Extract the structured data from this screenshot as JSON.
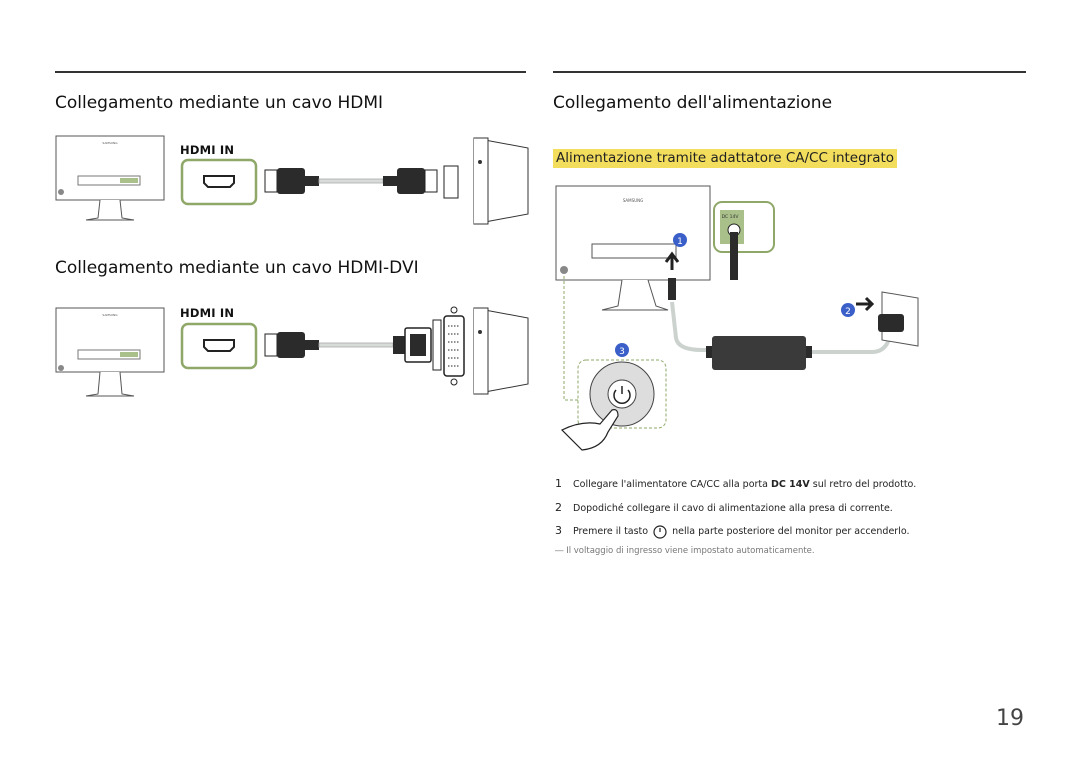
{
  "left": {
    "section1_title": "Collegamento mediante un cavo HDMI",
    "section1_port_label": "HDMI IN",
    "section2_title": "Collegamento mediante un cavo HDMI-DVI",
    "section2_port_label": "HDMI IN"
  },
  "right": {
    "title": "Collegamento dell'alimentazione",
    "subtitle": "Alimentazione tramite adattatore CA/CC integrato",
    "callouts": [
      "1",
      "2",
      "3"
    ],
    "steps": [
      {
        "num": "1",
        "before": "Collegare l'alimentatore CA/CC alla porta ",
        "bold": "DC 14V",
        "after": " sul retro del prodotto."
      },
      {
        "num": "2",
        "text": "Dopodiché collegare il cavo di alimentazione alla presa di corrente."
      },
      {
        "num": "3",
        "before": "Premere il tasto ",
        "after": " nella parte posteriore del monitor per accenderlo."
      }
    ],
    "note": "Il voltaggio di ingresso viene impostato automaticamente."
  },
  "page_number": "19",
  "colors": {
    "accent_highlight": "#f2dd5c",
    "port_green": "#8fa869",
    "callout_blue": "#3a5fc8"
  },
  "icons": [
    "monitor-back-icon",
    "hdmi-port-icon",
    "hdmi-cable-icon",
    "pc-tower-icon",
    "dvi-connector-icon",
    "power-adapter-icon",
    "wall-socket-icon",
    "power-button-icon",
    "hand-icon"
  ]
}
